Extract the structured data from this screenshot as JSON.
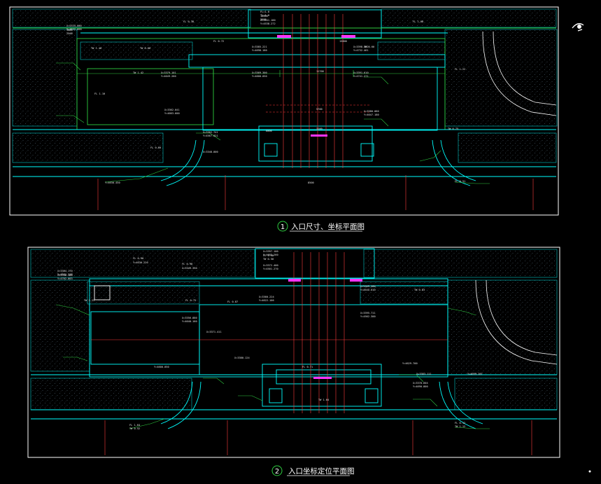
{
  "colors": {
    "background": "#000000",
    "frame": "#ffffff",
    "primary_linework": "#00ffff",
    "green_linework": "#2ecc40",
    "red_linework": "#ff3b3b",
    "magenta_accent": "#ff33ff",
    "hatch": "#2f3e4a",
    "caption_circle": "#2ecc40"
  },
  "icons": [
    "cad-logo-icon",
    "north-arrow-marker-icon"
  ],
  "plan1": {
    "caption_number": "1",
    "caption_title": "入口尺寸、坐标平面图",
    "annotations": [
      "X=2533,000",
      "Y=4532,000",
      "FL=1.0",
      "TL=1.0",
      "X=3541.180",
      "Y=4538.272",
      "FL 0.38",
      "FL 1.08",
      "FL 0.72",
      "TW 1.40",
      "TW 0.60",
      "TW 0.60",
      "X=3385.221",
      "Y=4698.180",
      "X=3398.402",
      "Y=4732.461",
      "X=3369.300",
      "Y=4600.050",
      "X=3391.610",
      "Y=4741.271",
      "X=3379.101",
      "Y=4649.260",
      "X=3362.041",
      "Y=4663.600",
      "X=3362.741",
      "Y=4567.021",
      "X=3380.060",
      "Y=4647.180",
      "X=3348.800",
      "Y=4630.450",
      "FL 1.22",
      "FL 0.51",
      "TW 0.75",
      "FL 0.60",
      "FL 1.10",
      "TW 1.42",
      "11700",
      "5700",
      "3200",
      "8500",
      "15800",
      "6000",
      "3000",
      "2500",
      "18000",
      "3000"
    ]
  },
  "plan2": {
    "caption_number": "2",
    "caption_title": "入口坐标定位平面图",
    "annotations": [
      "X=3384.170",
      "Y=4581.208",
      "FL 0.98",
      "FL 0.90",
      "X=3397.100",
      "Y=4682.260",
      "X=3372.400",
      "Y=4501.270",
      "TW 1.23",
      "FL 0.75",
      "FL 0.87",
      "TW 0.83",
      "X=3356.880",
      "Y=4640.160",
      "X=3395.711",
      "Y=4562.300",
      "X=3360.224",
      "Y=4622.106",
      "X=3369.300",
      "Y=4645.010",
      "X=3371.411",
      "Y=4600.050",
      "X=3380.124",
      "Y=4629.700",
      "FL 0.71",
      "TW 1.64",
      "FL 1.64",
      "TW 0.52",
      "FL 0.12",
      "TW 1.12",
      "X=3378.604",
      "Y=4690.800",
      "X=3383.111",
      "Y=4699.207",
      "X=3396.100",
      "Y=4702.003",
      "X=3349.350",
      "Y=4630.220",
      "FL 1.50",
      "TW 0.50"
    ]
  }
}
